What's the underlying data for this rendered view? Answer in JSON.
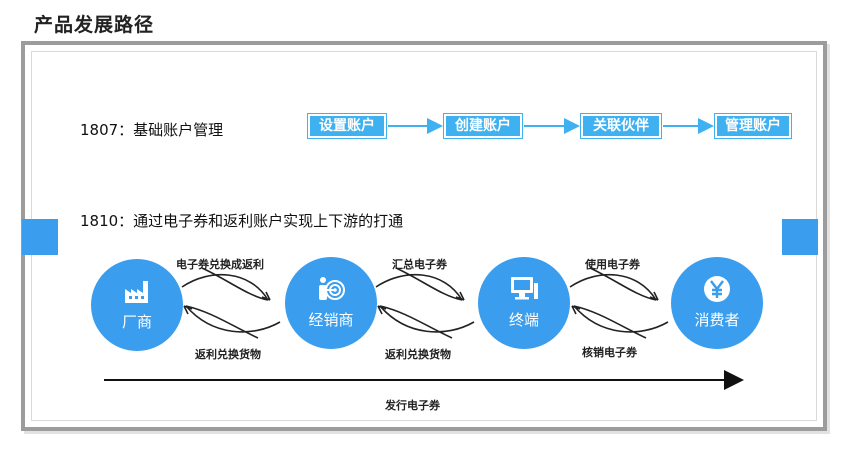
{
  "page": {
    "title": "产品发展路径"
  },
  "stages": {
    "s1807": {
      "label": "1807：基础账户管理"
    },
    "s1810": {
      "label": "1810：通过电子券和返利账户实现上下游的打通"
    }
  },
  "steps": [
    "设置账户",
    "创建账户",
    "关联伙伴",
    "管理账户"
  ],
  "nodes": [
    {
      "label": "厂商",
      "icon": "factory-icon"
    },
    {
      "label": "经销商",
      "icon": "target-icon"
    },
    {
      "label": "终端",
      "icon": "monitor-icon"
    },
    {
      "label": "消费者",
      "icon": "yen-coin-icon"
    }
  ],
  "flows": {
    "f1": "电子券兑换成返利",
    "f2": "返利兑换货物",
    "f3": "汇总电子券",
    "f4": "返利兑换货物",
    "f5": "使用电子券",
    "f6": "核销电子券",
    "f7": "发行电子券"
  },
  "colors": {
    "accent": "#3a9ded",
    "step_fill": "#3fb0f0",
    "frame": "#9c9c9c"
  }
}
